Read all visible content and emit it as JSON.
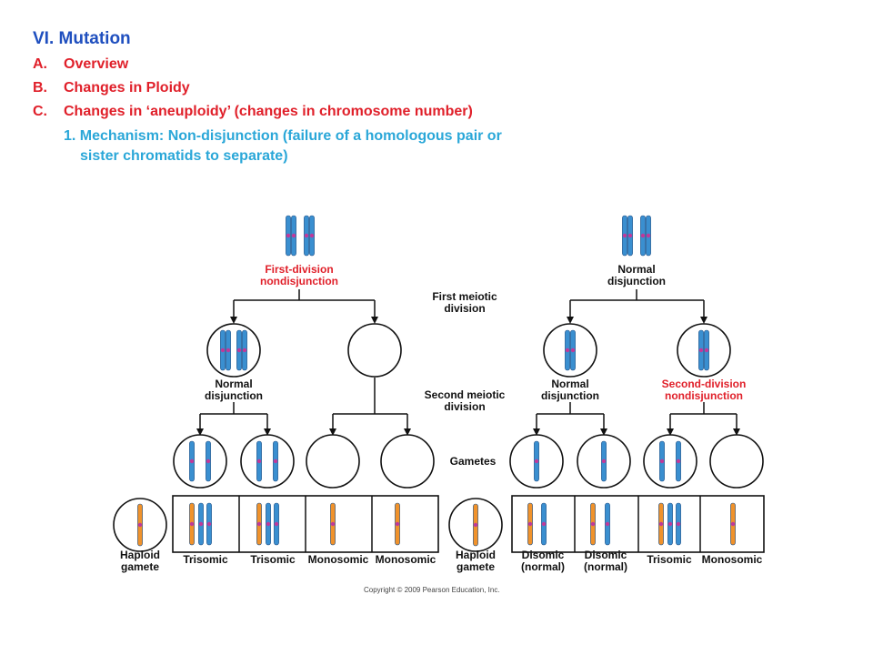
{
  "slide": {
    "title": "VI. Mutation",
    "items": [
      {
        "letter": "A.",
        "text": "Overview"
      },
      {
        "letter": "B.",
        "text": "Changes in Ploidy"
      },
      {
        "letter": "C.",
        "text": "Changes in ‘aneuploidy’  (changes in chromosome number)"
      }
    ],
    "sub_line1": "1. Mechanism:  Non-disjunction  (failure of a homologous  pair or",
    "sub_line2": "sister chromatids to separate)"
  },
  "diagram": {
    "left_event": [
      "First-division",
      "nondisjunction"
    ],
    "right_event": [
      "Normal",
      "disjunction"
    ],
    "stage1": [
      "First meiotic",
      "division"
    ],
    "stage2": [
      "Second meiotic",
      "division"
    ],
    "gametes_label": "Gametes",
    "left_second": [
      "Normal",
      "disjunction"
    ],
    "right_second_a": [
      "Normal",
      "disjunction"
    ],
    "right_second_b": [
      "Second-division",
      "nondisjunction"
    ],
    "haploid_gamete": [
      "Haploid",
      "gamete"
    ],
    "left_results": [
      "Trisomic",
      "Trisomic",
      "Monosomic",
      "Monosomic"
    ],
    "right_results": [
      [
        "Disomic",
        "(normal)"
      ],
      [
        "Disomic",
        "(normal)"
      ],
      [
        "Trisomic"
      ],
      [
        "Monosomic"
      ]
    ],
    "colors": {
      "blue": "#3a8fd0",
      "orange": "#f0922b",
      "red": "#e0202a",
      "centromere": "#c0399a"
    },
    "copyright": "Copyright © 2009 Pearson Education, Inc."
  }
}
